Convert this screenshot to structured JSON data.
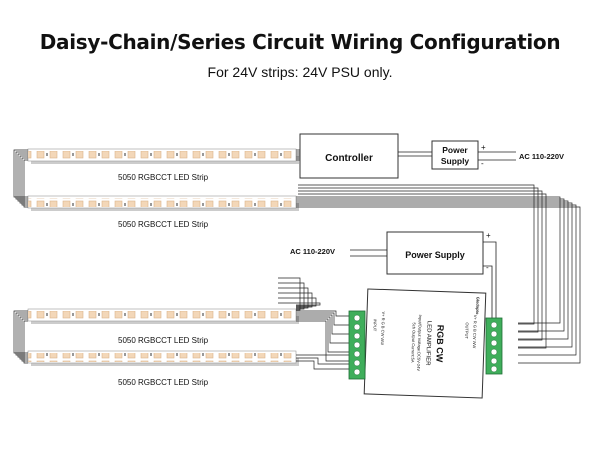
{
  "title": "Daisy-Chain/Series Circuit Wiring Configuration",
  "subtitle": "For 24V strips: 24V PSU only.",
  "strip_label": "5050 RGBCCT LED Strip",
  "controller_label": "Controller",
  "psu1": {
    "line1": "Power",
    "line2": "Supply",
    "plus": "+",
    "minus": "-"
  },
  "ac_label": "AC 110-220V",
  "psu2": {
    "label": "Power Supply",
    "plus": "+",
    "minus": "-"
  },
  "amplifier": {
    "title1": "RGB CW",
    "title2": "LED AMPLIFIER",
    "spec1": "Input/Output Voltage:DC5V-24V",
    "spec2": "5ch Output Current:5A",
    "input_label": "INPUT",
    "output_label": "OUTPUT",
    "pin_label": "V+ R G B CW WW",
    "brand": "Gledopto"
  },
  "colors": {
    "wire": "#222222",
    "strip_shadow": "#c9c9c9",
    "chip_fill": "#f3d7b8",
    "terminal_green": "#3fae5b",
    "box_border": "#333333"
  }
}
